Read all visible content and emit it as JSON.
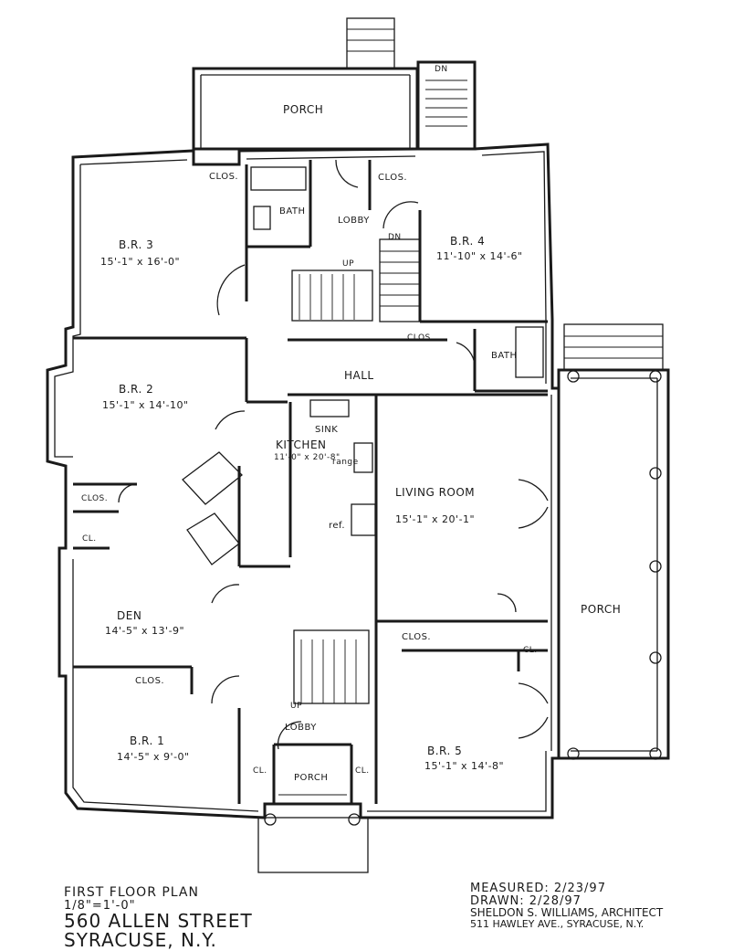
{
  "rooms": {
    "porch_top": {
      "name": "PORCH"
    },
    "br3": {
      "name": "B.R. 3",
      "size": "15'-1\" x 16'-0\""
    },
    "br4": {
      "name": "B.R. 4",
      "size": "11'-10\" x 14'-6\""
    },
    "br2": {
      "name": "B.R. 2",
      "size": "15'-1\" x 14'-10\""
    },
    "kitchen": {
      "name": "KITCHEN",
      "size": "11'-0\" x 20'-8\""
    },
    "living": {
      "name": "LIVING ROOM",
      "size": "15'-1\" x 20'-1\""
    },
    "den": {
      "name": "DEN",
      "size": "14'-5\" x 13'-9\""
    },
    "br1": {
      "name": "B.R. 1",
      "size": "14'-5\" x 9'-0\""
    },
    "br5": {
      "name": "B.R. 5",
      "size": "15'-1\" x 14'-8\""
    },
    "porch_right": {
      "name": "PORCH"
    },
    "porch_bottom": {
      "name": "PORCH"
    }
  },
  "labels": {
    "clos": "CLOS.",
    "cl": "CL.",
    "bath": "BATH",
    "lobby": "LOBBY",
    "hall": "HALL",
    "up": "UP",
    "dn": "DN",
    "sink": "SINK",
    "range": "range",
    "ref": "ref."
  },
  "title_block": {
    "title": "FIRST FLOOR PLAN",
    "scale": "1/8\"=1'-0\"",
    "address": "560 ALLEN STREET",
    "city": "SYRACUSE, N.Y.",
    "measured": "MEASURED: 2/23/97",
    "drawn": "DRAWN: 2/28/97",
    "architect": "SHELDON S. WILLIAMS, ARCHITECT",
    "architect_address": "511 HAWLEY AVE., SYRACUSE, N.Y."
  }
}
